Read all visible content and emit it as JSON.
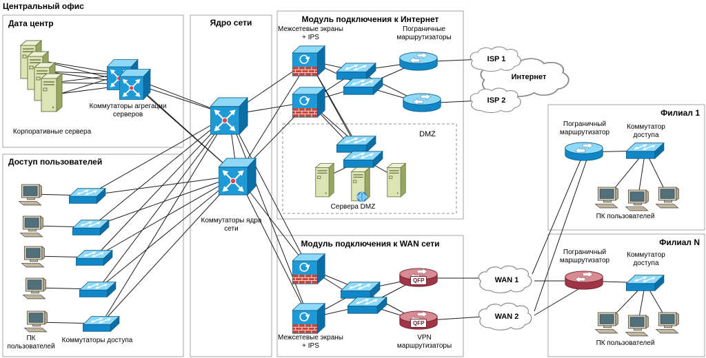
{
  "page": {
    "title": "Центральный офис"
  },
  "regions": {
    "datacenter": "Дата центр",
    "user_access": "Доступ пользователей",
    "core": "Ядро сети",
    "internet_module": "Модуль подключения к Интернет",
    "wan_module": "Модуль подключения к WAN сети",
    "dmz": "DMZ",
    "branch1": "Филиал 1",
    "branchN": "Филиал N"
  },
  "labels": {
    "corporate_servers": "Корпоративные сервера",
    "aggregation_switches": "Коммутаторы агрегации серверов",
    "core_switches": "Коммутаторы ядра сети",
    "firewalls_ips": "Межсетевые экраны + IPS",
    "border_routers": "Пограничные маршрутизаторы",
    "dmz_servers": "Сервера DMZ",
    "vpn_routers": "VPN маршрутизаторы",
    "user_pcs": "ПК пользователей",
    "access_switches": "Коммутаторы доступа",
    "branch_router": "Пограничный маршрутизатор",
    "branch_switch": "Коммутатор доступа",
    "qfp_badge": "QFP"
  },
  "clouds": {
    "isp1": "ISP 1",
    "isp2": "ISP 2",
    "internet": "Интернет",
    "wan1": "WAN 1",
    "wan2": "WAN 2"
  },
  "colors": {
    "device_blue": "#1e9ad6",
    "device_blue_light": "#8ed8f8",
    "device_blue_dark": "#0c6ea6",
    "router_red": "#9e3648",
    "server_green": "#dce3b4",
    "brick_red": "#c4473c",
    "line": "#1a1a1a",
    "box_border": "#a3a3a3"
  },
  "edges": [
    [
      58,
      88,
      178,
      108
    ],
    [
      58,
      88,
      196,
      122
    ],
    [
      68,
      104,
      178,
      108
    ],
    [
      68,
      104,
      196,
      122
    ],
    [
      78,
      120,
      178,
      108
    ],
    [
      78,
      120,
      196,
      122
    ],
    [
      88,
      136,
      178,
      108
    ],
    [
      88,
      136,
      196,
      122
    ],
    [
      178,
      108,
      332,
      167
    ],
    [
      178,
      108,
      344,
      255
    ],
    [
      196,
      122,
      332,
      167
    ],
    [
      196,
      122,
      344,
      255
    ],
    [
      45,
      282,
      127,
      284
    ],
    [
      47,
      328,
      132,
      330
    ],
    [
      49,
      372,
      137,
      374
    ],
    [
      51,
      418,
      142,
      420
    ],
    [
      53,
      468,
      147,
      470
    ],
    [
      127,
      284,
      332,
      167
    ],
    [
      127,
      284,
      344,
      255
    ],
    [
      132,
      330,
      332,
      167
    ],
    [
      132,
      330,
      344,
      255
    ],
    [
      137,
      374,
      332,
      167
    ],
    [
      137,
      374,
      344,
      255
    ],
    [
      142,
      420,
      332,
      167
    ],
    [
      142,
      420,
      344,
      255
    ],
    [
      147,
      470,
      332,
      167
    ],
    [
      147,
      470,
      344,
      255
    ],
    [
      332,
      167,
      344,
      255
    ],
    [
      332,
      167,
      448,
      88
    ],
    [
      332,
      167,
      448,
      148
    ],
    [
      344,
      255,
      448,
      88
    ],
    [
      344,
      255,
      448,
      148
    ],
    [
      332,
      167,
      448,
      390
    ],
    [
      332,
      167,
      448,
      462
    ],
    [
      344,
      255,
      448,
      390
    ],
    [
      344,
      255,
      448,
      462
    ],
    [
      448,
      88,
      517,
      103
    ],
    [
      448,
      88,
      527,
      125
    ],
    [
      448,
      148,
      517,
      103
    ],
    [
      448,
      148,
      527,
      125
    ],
    [
      517,
      103,
      607,
      90
    ],
    [
      517,
      103,
      612,
      150
    ],
    [
      527,
      125,
      607,
      90
    ],
    [
      527,
      125,
      612,
      150
    ],
    [
      607,
      90,
      700,
      86
    ],
    [
      612,
      150,
      700,
      146
    ],
    [
      448,
      88,
      517,
      209
    ],
    [
      448,
      148,
      517,
      209
    ],
    [
      448,
      88,
      527,
      231
    ],
    [
      448,
      148,
      527,
      231
    ],
    [
      527,
      231,
      471,
      258
    ],
    [
      527,
      231,
      523,
      262
    ],
    [
      527,
      231,
      575,
      258
    ],
    [
      448,
      390,
      523,
      421
    ],
    [
      448,
      390,
      533,
      443
    ],
    [
      448,
      462,
      523,
      421
    ],
    [
      448,
      462,
      533,
      443
    ],
    [
      523,
      421,
      607,
      404
    ],
    [
      523,
      421,
      607,
      466
    ],
    [
      533,
      443,
      607,
      404
    ],
    [
      533,
      443,
      607,
      466
    ],
    [
      607,
      404,
      700,
      404
    ],
    [
      607,
      466,
      700,
      460
    ],
    [
      772,
      398,
      847,
      221
    ],
    [
      775,
      452,
      851,
      232
    ],
    [
      775,
      408,
      847,
      408
    ],
    [
      775,
      458,
      849,
      414
    ],
    [
      847,
      221,
      936,
      219
    ],
    [
      936,
      219,
      881,
      286
    ],
    [
      936,
      219,
      925,
      290
    ],
    [
      936,
      219,
      969,
      286
    ],
    [
      847,
      408,
      936,
      411
    ],
    [
      936,
      411,
      881,
      468
    ],
    [
      936,
      411,
      925,
      472
    ],
    [
      936,
      411,
      969,
      468
    ]
  ]
}
